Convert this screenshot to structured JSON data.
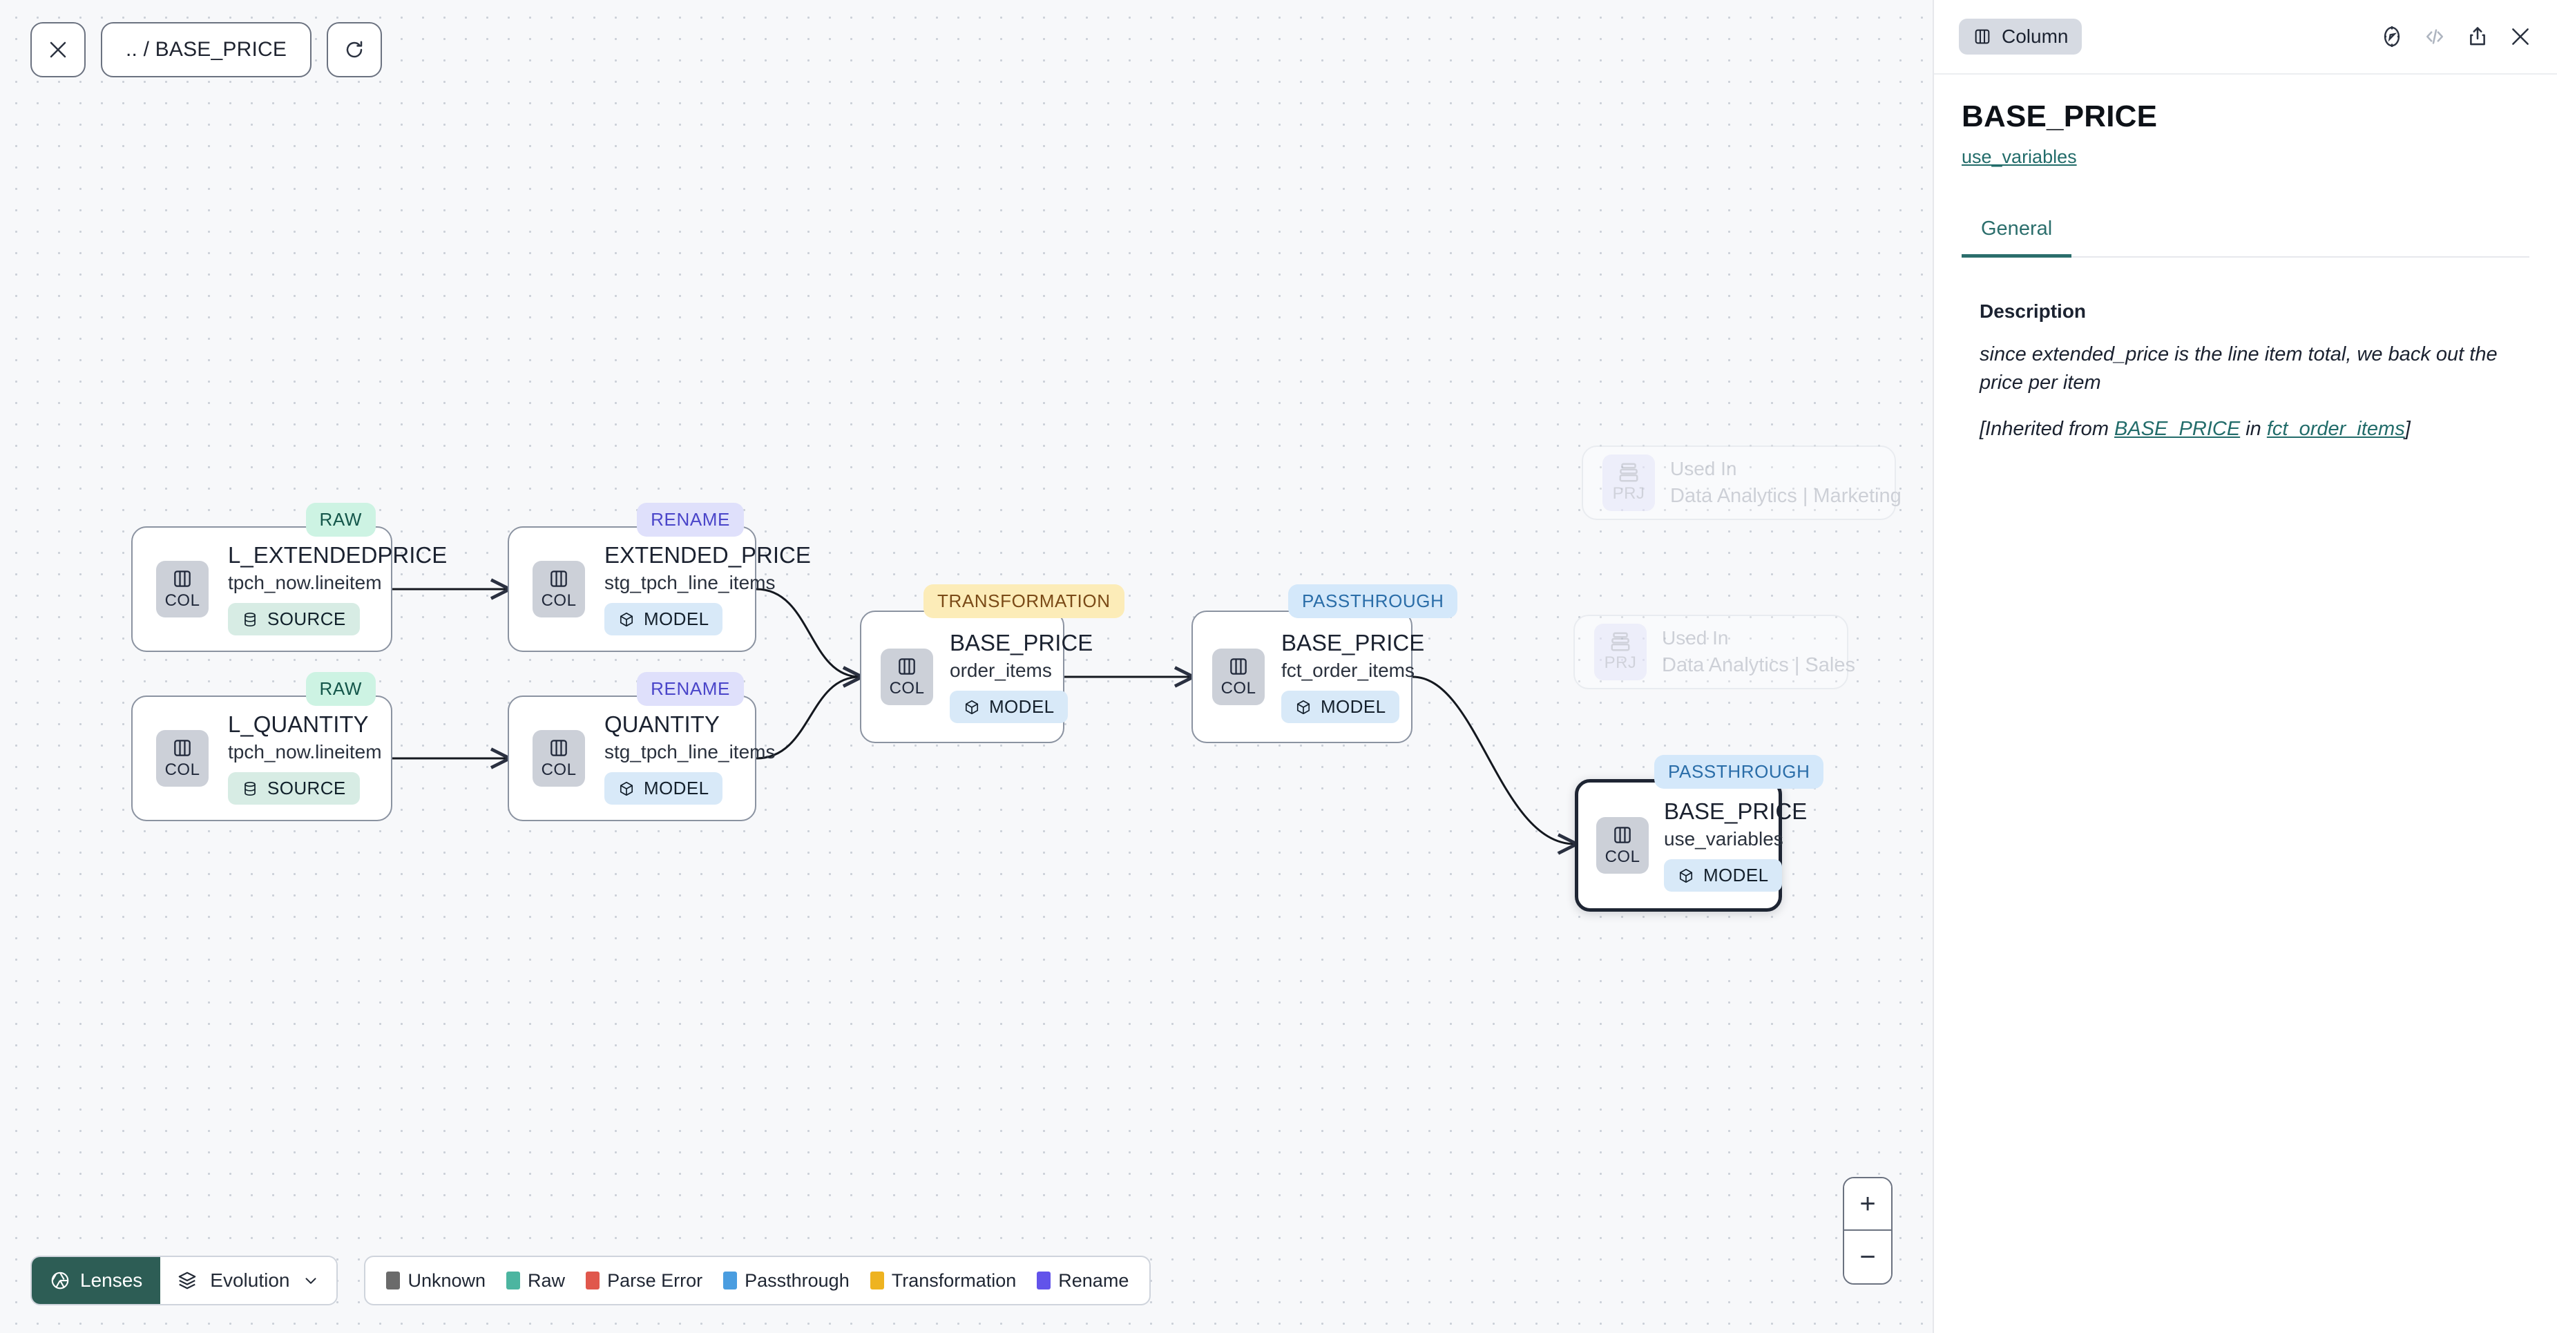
{
  "top_controls": {
    "close_label": "",
    "breadcrumb": ".. / BASE_PRICE",
    "refresh_label": ""
  },
  "graph": {
    "nodes": [
      {
        "id": "l_extendedprice",
        "badge": "RAW",
        "badge_kind": "raw",
        "icon_label": "COL",
        "title": "L_EXTENDEDPRICE",
        "subtitle": "tpch_now.lineitem",
        "pill": "SOURCE",
        "pill_kind": "source",
        "selected": false
      },
      {
        "id": "l_quantity",
        "badge": "RAW",
        "badge_kind": "raw",
        "icon_label": "COL",
        "title": "L_QUANTITY",
        "subtitle": "tpch_now.lineitem",
        "pill": "SOURCE",
        "pill_kind": "source",
        "selected": false
      },
      {
        "id": "extended_price",
        "badge": "RENAME",
        "badge_kind": "rename",
        "icon_label": "COL",
        "title": "EXTENDED_PRICE",
        "subtitle": "stg_tpch_line_items",
        "pill": "MODEL",
        "pill_kind": "model",
        "selected": false
      },
      {
        "id": "quantity",
        "badge": "RENAME",
        "badge_kind": "rename",
        "icon_label": "COL",
        "title": "QUANTITY",
        "subtitle": "stg_tpch_line_items",
        "pill": "MODEL",
        "pill_kind": "model",
        "selected": false
      },
      {
        "id": "base_price_order_items",
        "badge": "TRANSFORMATION",
        "badge_kind": "transformation",
        "icon_label": "COL",
        "title": "BASE_PRICE",
        "subtitle": "order_items",
        "pill": "MODEL",
        "pill_kind": "model",
        "selected": false
      },
      {
        "id": "base_price_fct_order_items",
        "badge": "PASSTHROUGH",
        "badge_kind": "passthrough",
        "icon_label": "COL",
        "title": "BASE_PRICE",
        "subtitle": "fct_order_items",
        "pill": "MODEL",
        "pill_kind": "model",
        "selected": false
      },
      {
        "id": "base_price_use_variables",
        "badge": "PASSTHROUGH",
        "badge_kind": "passthrough",
        "icon_label": "COL",
        "title": "BASE_PRICE",
        "subtitle": "use_variables",
        "pill": "MODEL",
        "pill_kind": "model",
        "selected": true
      }
    ],
    "used_in_nodes": [
      {
        "id": "used-in-marketing",
        "icon_label": "PRJ",
        "caption": "Used In",
        "title": "Data Analytics | Marketing"
      },
      {
        "id": "used-in-sales",
        "icon_label": "PRJ",
        "caption": "Used In",
        "title": "Data Analytics | Sales"
      }
    ]
  },
  "zoom_controls": {
    "zoom_in": "+",
    "zoom_out": "−"
  },
  "bottom_bar": {
    "lenses_label": "Lenses",
    "evolution_label": "Evolution",
    "legend": [
      {
        "label": "Unknown",
        "color": "#6b6b6b"
      },
      {
        "label": "Raw",
        "color": "#4cb5a0"
      },
      {
        "label": "Parse Error",
        "color": "#e0574c"
      },
      {
        "label": "Passthrough",
        "color": "#4a9de0"
      },
      {
        "label": "Transformation",
        "color": "#eeb320"
      },
      {
        "label": "Rename",
        "color": "#6253ea"
      }
    ]
  },
  "panel": {
    "type_chip": "Column",
    "column_name": "BASE_PRICE",
    "model_link": "use_variables",
    "tabs": [
      {
        "label": "General",
        "active": true
      }
    ],
    "description_title": "Description",
    "description_text": "since extended_price is the line item total, we back out the price per item",
    "inherited_prefix": "[Inherited from ",
    "inherited_column": "BASE_PRICE",
    "inherited_mid": " in ",
    "inherited_model": "fct_order_items",
    "inherited_suffix": "]"
  },
  "colors": {
    "accent_teal": "#2b6e6c",
    "lens_green": "#2d5d55",
    "canvas_bg": "#f7f8fa"
  }
}
